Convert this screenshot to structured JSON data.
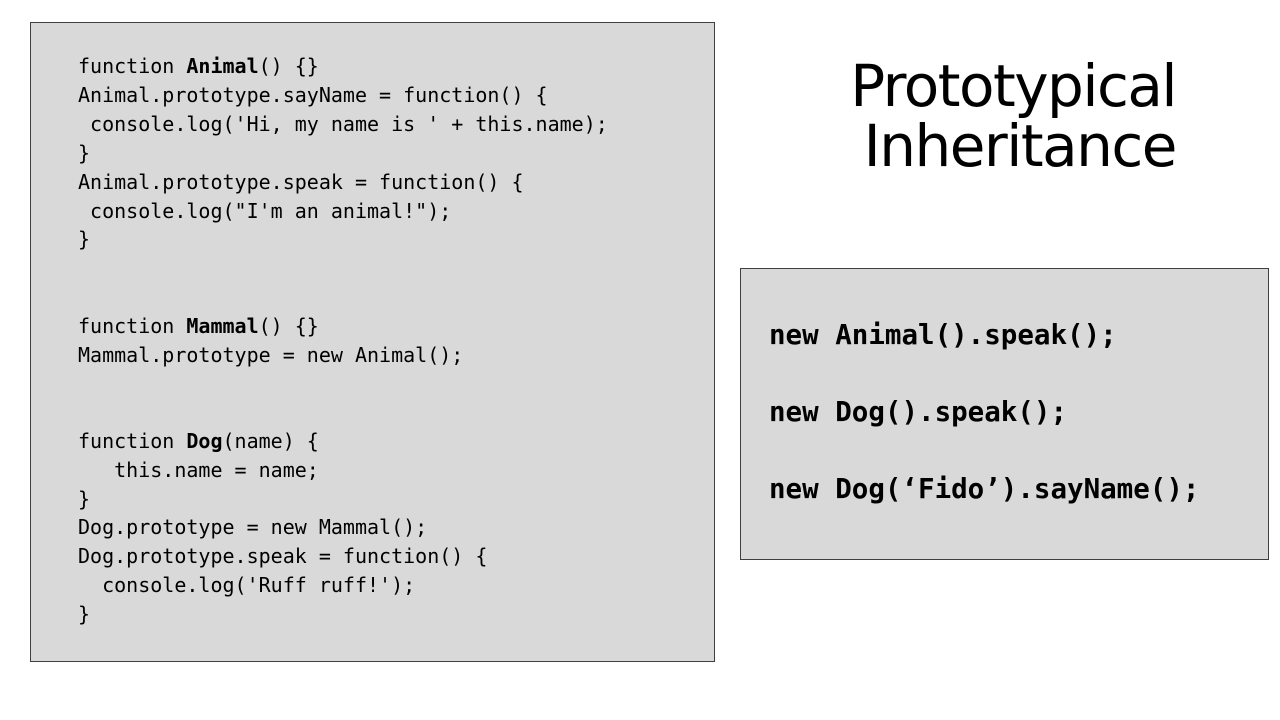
{
  "slide": {
    "title_lines": [
      "Prototypical",
      "Inheritance"
    ]
  },
  "left_code": {
    "lines": [
      [
        "function ",
        "Animal",
        "() {}"
      ],
      [
        "Animal.prototype.sayName = function() {"
      ],
      [
        " console.log('Hi, my name is ' + this.name);"
      ],
      [
        "}"
      ],
      [
        "Animal.prototype.speak = function() {"
      ],
      [
        " console.log(\"I'm an animal!\");"
      ],
      [
        "}"
      ],
      [
        "function ",
        "Mammal",
        "() {}"
      ],
      [
        "Mammal.prototype = new Animal();"
      ],
      [
        "function ",
        "Dog",
        "(name) {"
      ],
      [
        "   this.name = name;"
      ],
      [
        "}"
      ],
      [
        "Dog.prototype = new Mammal();"
      ],
      [
        "Dog.prototype.speak = function() {"
      ],
      [
        "  console.log('Ruff ruff!');"
      ],
      [
        "}"
      ]
    ]
  },
  "right_code": {
    "lines": [
      "new Animal().speak();",
      "new Dog().speak();",
      "new Dog(‘Fido’).sayName();"
    ]
  }
}
